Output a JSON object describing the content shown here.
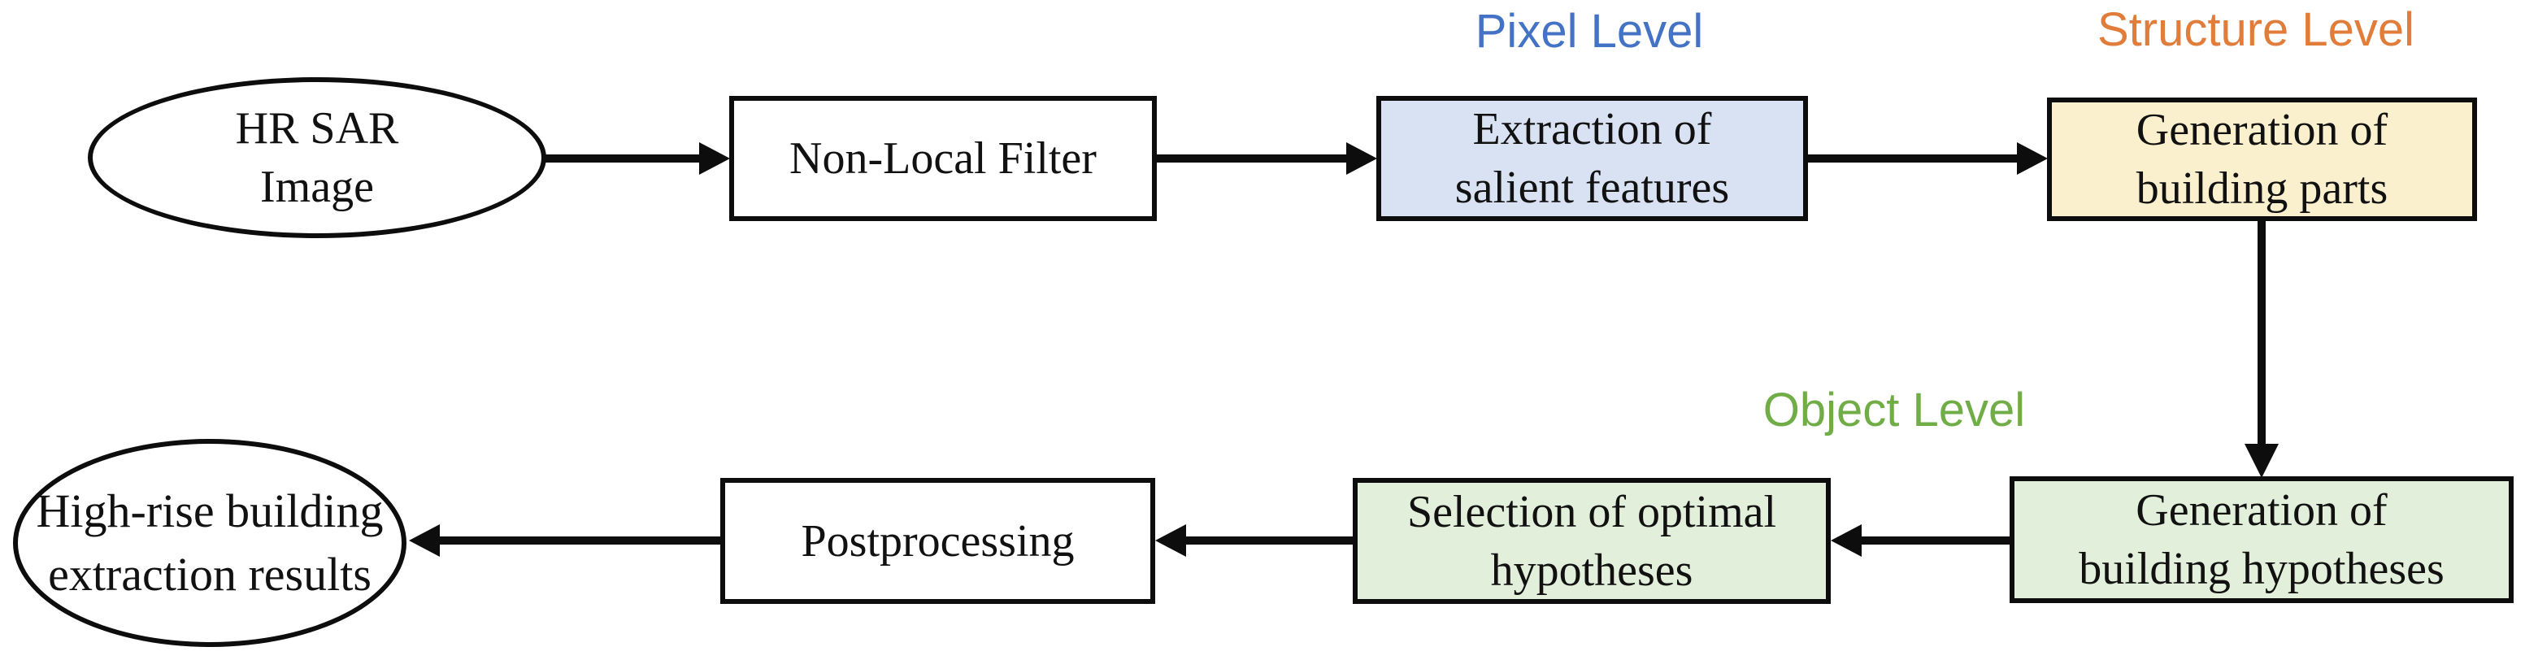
{
  "diagram": {
    "title_context": "High-rise building extraction flowchart",
    "nodes": {
      "input_ellipse": {
        "shape": "ellipse",
        "lines": [
          "HR SAR",
          "Image"
        ]
      },
      "nonlocal_filter": {
        "shape": "rect",
        "lines": [
          "Non-Local Filter"
        ]
      },
      "extraction_features": {
        "shape": "rect",
        "lines": [
          "Extraction of",
          "salient features"
        ],
        "level": "Pixel Level"
      },
      "generation_parts": {
        "shape": "rect",
        "lines": [
          "Generation of",
          "building parts"
        ],
        "level": "Structure Level"
      },
      "generation_hypotheses": {
        "shape": "rect",
        "lines": [
          "Generation of",
          "building hypotheses"
        ],
        "level": "Object Level"
      },
      "selection_hypotheses": {
        "shape": "rect",
        "lines": [
          "Selection of optimal",
          "hypotheses"
        ],
        "level": "Object Level"
      },
      "postprocessing": {
        "shape": "rect",
        "lines": [
          "Postprocessing"
        ]
      },
      "output_ellipse": {
        "shape": "ellipse",
        "lines": [
          "High-rise building",
          "extraction results"
        ]
      }
    },
    "labels": {
      "pixel_level": {
        "text": "Pixel Level",
        "color": "#4472c4"
      },
      "structure_level": {
        "text": "Structure Level",
        "color": "#e17d3b"
      },
      "object_level": {
        "text": "Object Level",
        "color": "#70ad47"
      }
    },
    "colors": {
      "pixel_fill": "#d9e2f3",
      "structure_fill": "#fbf0cd",
      "object_fill": "#e2efda",
      "plain_fill": "#ffffff",
      "stroke": "#0d0d0d"
    },
    "edges": [
      {
        "from": "input_ellipse",
        "to": "nonlocal_filter"
      },
      {
        "from": "nonlocal_filter",
        "to": "extraction_features"
      },
      {
        "from": "extraction_features",
        "to": "generation_parts"
      },
      {
        "from": "generation_parts",
        "to": "generation_hypotheses"
      },
      {
        "from": "generation_hypotheses",
        "to": "selection_hypotheses"
      },
      {
        "from": "selection_hypotheses",
        "to": "postprocessing"
      },
      {
        "from": "postprocessing",
        "to": "output_ellipse"
      }
    ]
  }
}
